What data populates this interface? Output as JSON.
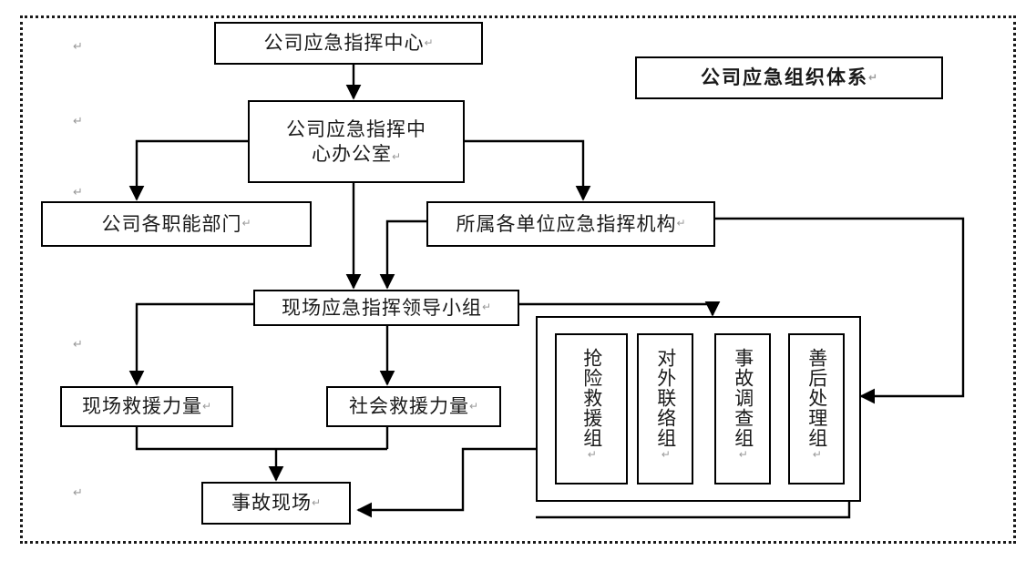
{
  "diagram": {
    "title_box": {
      "label": "公司应急组织体系",
      "mark": "↵"
    },
    "pilcrow_mark": "↵",
    "nodes": {
      "command_center": {
        "label": "公司应急指挥中心",
        "mark": "↵"
      },
      "command_office_line1": "公司应急指挥中",
      "command_office_line2": "心办公室",
      "command_office_mark": "↵",
      "functional_depts": {
        "label": "公司各职能部门",
        "mark": "↵"
      },
      "subordinate_units": {
        "label": "所属各单位应急指挥机构",
        "mark": "↵"
      },
      "onsite_leader_group": {
        "label": "现场应急指挥领导小组",
        "mark": "↵"
      },
      "onsite_rescue_force": {
        "label": "现场救援力量",
        "mark": "↵"
      },
      "social_rescue_force": {
        "label": "社会救援力量",
        "mark": "↵"
      },
      "accident_scene": {
        "label": "事故现场",
        "mark": "↵"
      }
    },
    "teams": [
      {
        "label": "抢险救援组",
        "mark": "↵"
      },
      {
        "label": "对外联络组",
        "mark": "↵"
      },
      {
        "label": "事故调查组",
        "mark": "↵"
      },
      {
        "label": "善后处理组",
        "mark": "↵"
      }
    ],
    "colors": {
      "line": "#000000",
      "box_border": "#000000",
      "text": "#1a1a1a",
      "page_border": "#1a1a1a",
      "mark": "#9a9a9a",
      "background": "#ffffff"
    }
  }
}
